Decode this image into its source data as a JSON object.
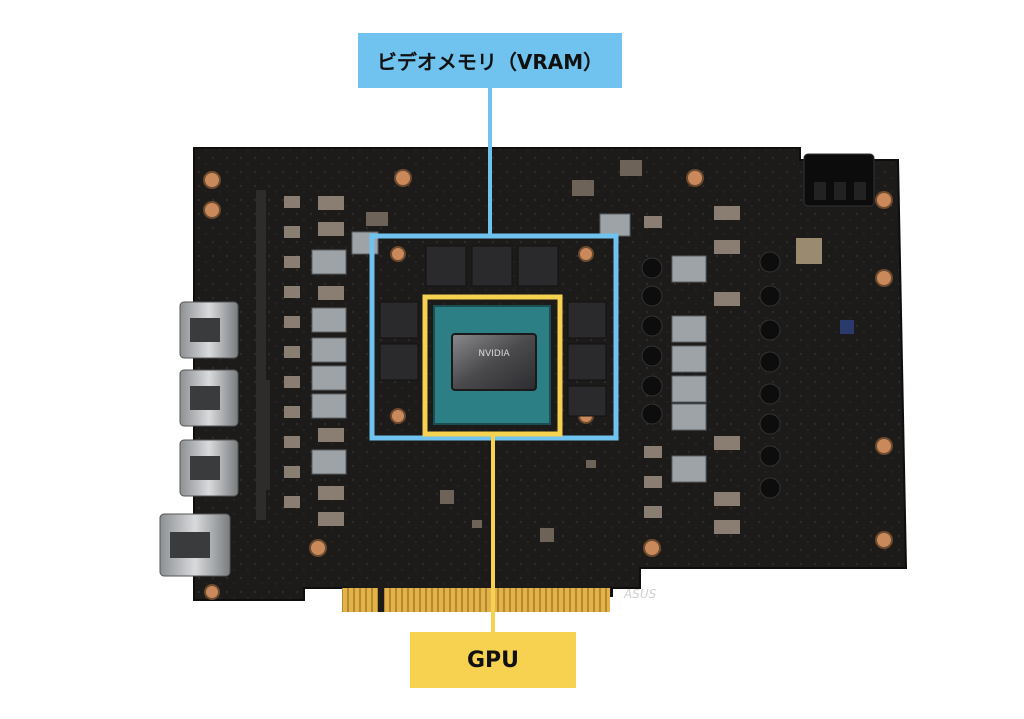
{
  "labels": {
    "vram": "ビデオメモリ（VRAM）",
    "gpu": "GPU"
  },
  "board_text": {
    "chip_brand": "NVIDIA",
    "brand_logo": "ASUS"
  },
  "colors": {
    "vram_highlight": "#6fc3ee",
    "gpu_highlight": "#f6d250",
    "pcb": "#1b1a19",
    "gold_contacts": "#d9a73a"
  }
}
